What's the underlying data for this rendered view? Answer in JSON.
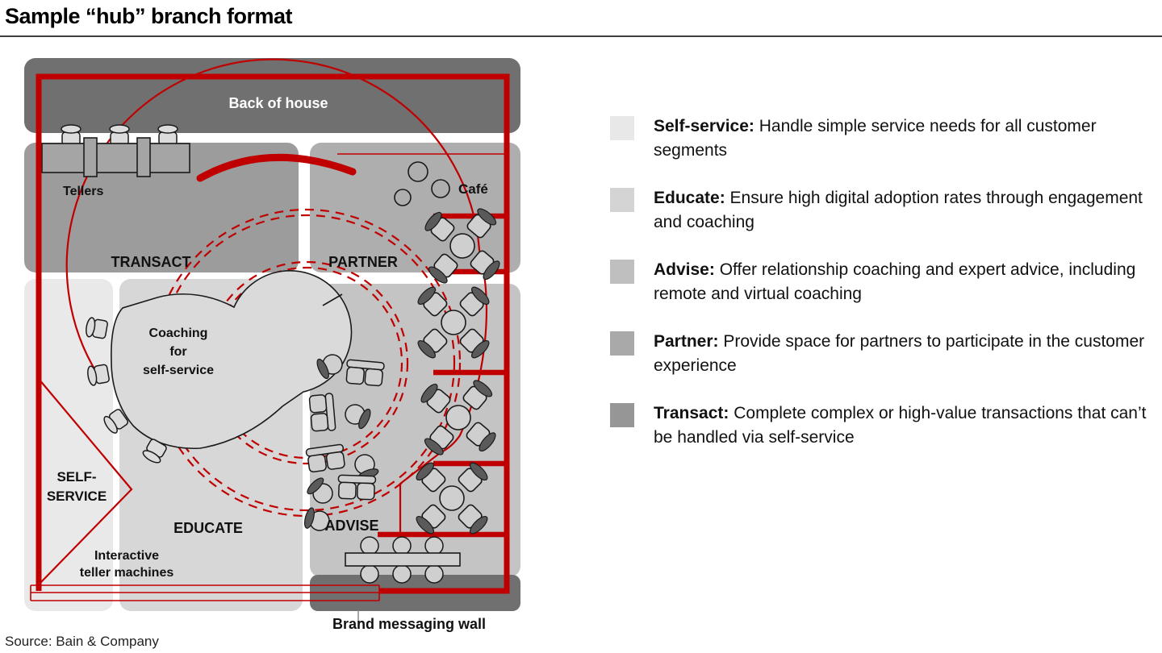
{
  "title": "Sample “hub” branch format",
  "source": "Source: Bain & Company",
  "colors": {
    "accent_red": "#c00000",
    "back_of_house": "#707070",
    "brand_wall": "#707070",
    "zone_transact": "#9c9c9c",
    "zone_partner": "#aeaeae",
    "zone_advise": "#c4c4c4",
    "zone_educate": "#d7d7d7",
    "zone_self_service": "#e9e9e9"
  },
  "floorplan": {
    "back_of_house": "Back of house",
    "tellers": "Tellers",
    "transact": "TRANSACT",
    "partner": "PARTNER",
    "cafe": "Café",
    "coaching_line1": "Coaching",
    "coaching_line2": "for",
    "coaching_line3": "self-service",
    "self_service_line1": "SELF-",
    "self_service_line2": "SERVICE",
    "educate": "EDUCATE",
    "itm_line1": "Interactive",
    "itm_line2": "teller machines",
    "advise": "ADVISE",
    "brand_wall": "Brand messaging wall"
  },
  "legend": {
    "items": [
      {
        "swatch": "#e8e8e8",
        "term": "Self-service:",
        "description": "Handle simple service needs for all customer segments"
      },
      {
        "swatch": "#d4d4d4",
        "term": "Educate:",
        "description": "Ensure high digital adoption rates through engagement and coaching"
      },
      {
        "swatch": "#bfbfbf",
        "term": "Advise:",
        "description": "Offer relationship coaching and expert advice, including remote and virtual coaching"
      },
      {
        "swatch": "#a9a9a9",
        "term": "Partner:",
        "description": "Provide space for partners to participate in the customer experience"
      },
      {
        "swatch": "#969696",
        "term": "Transact:",
        "description": "Complete complex or high-value transactions that can’t be handled via self-service"
      }
    ]
  }
}
